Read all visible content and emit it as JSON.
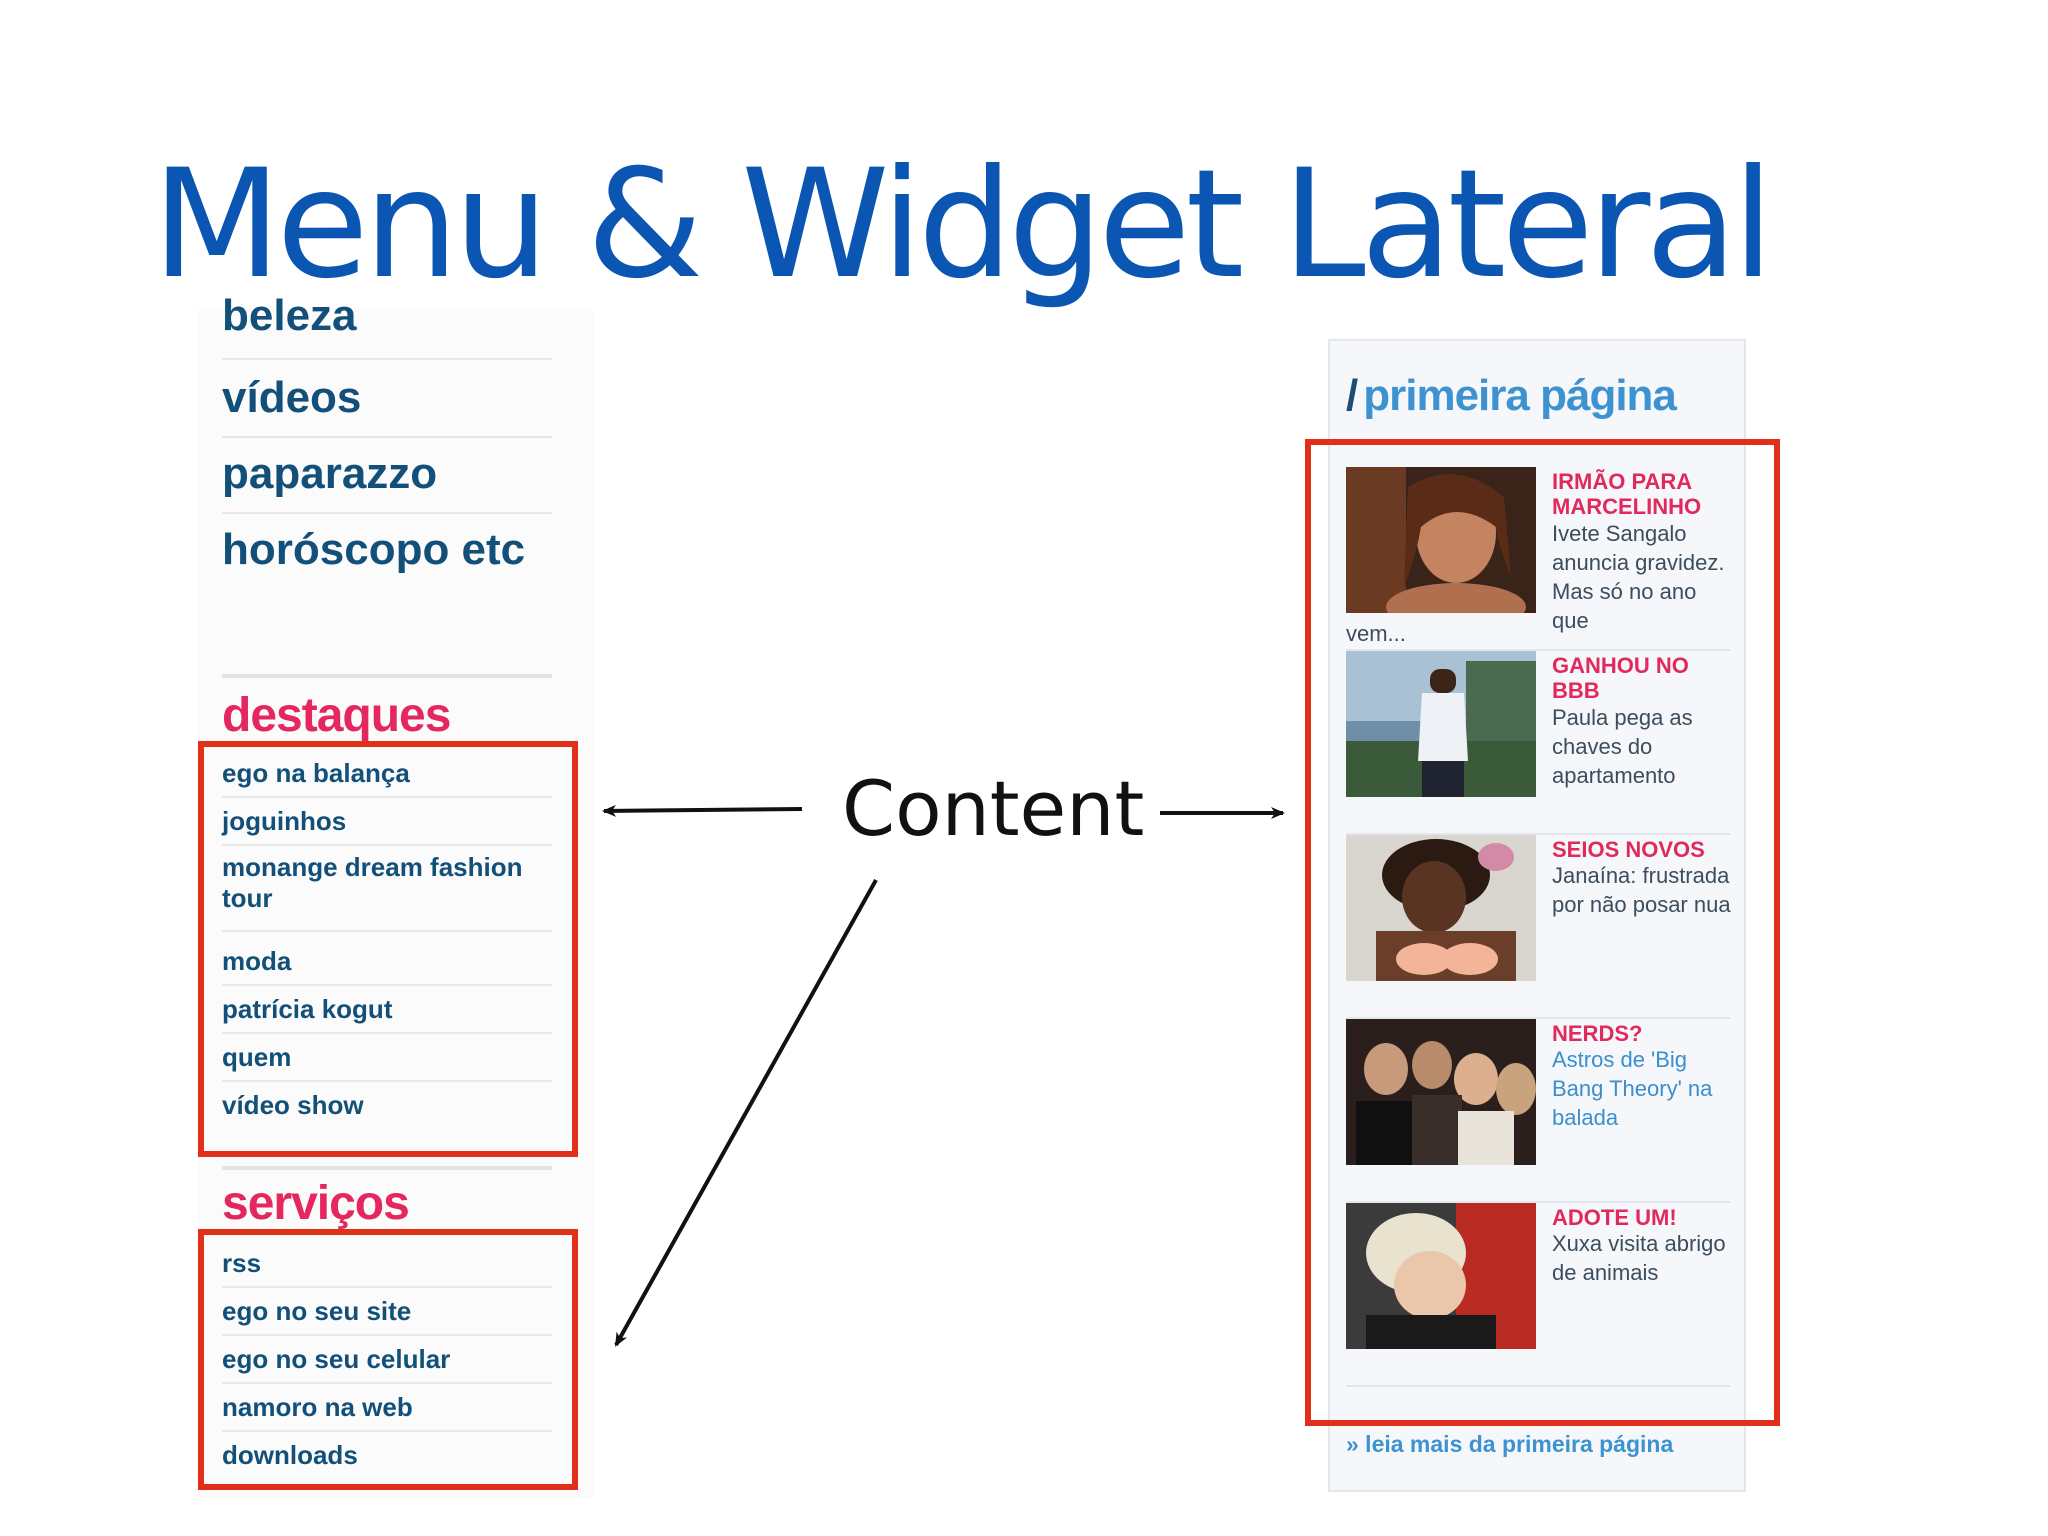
{
  "slide_title": "Menu & Widget Lateral",
  "annotation_label": "Content",
  "left_menu": {
    "top_items": [
      "beleza",
      "vídeos",
      "paparazzo",
      "horóscopo etc"
    ],
    "destaques": {
      "title": "destaques",
      "items": [
        "ego na balança",
        "joguinhos",
        "monange dream fashion tour",
        "moda",
        "patrícia kogut",
        "quem",
        "vídeo show"
      ]
    },
    "servicos": {
      "title": "serviços",
      "items": [
        "rss",
        "ego no seu site",
        "ego no seu celular",
        "namoro na web",
        "downloads"
      ]
    }
  },
  "widget": {
    "slash": "/",
    "title": "primeira página",
    "stories": [
      {
        "headline": "IRMÃO PARA MARCELINHO",
        "teaser": "Ivete Sangalo anuncia gravidez. Mas só no ano que",
        "teaser_tail": "vem..."
      },
      {
        "headline": "GANHOU NO BBB",
        "teaser": "Paula pega as chaves do apartamento"
      },
      {
        "headline": "SEIOS NOVOS",
        "teaser": "Janaína: frustrada por não posar nua"
      },
      {
        "headline": "NERDS?",
        "teaser": "Astros de 'Big Bang Theory' na balada"
      },
      {
        "headline": "ADOTE UM!",
        "teaser": "Xuxa visita abrigo de animais"
      }
    ],
    "read_more": "» leia mais da primeira página"
  },
  "colors": {
    "title_blue": "#0b56b3",
    "menu_navy": "#12507a",
    "section_pink": "#e4285f",
    "widget_blue": "#3d93cf",
    "highlight_red": "#e1301a"
  }
}
